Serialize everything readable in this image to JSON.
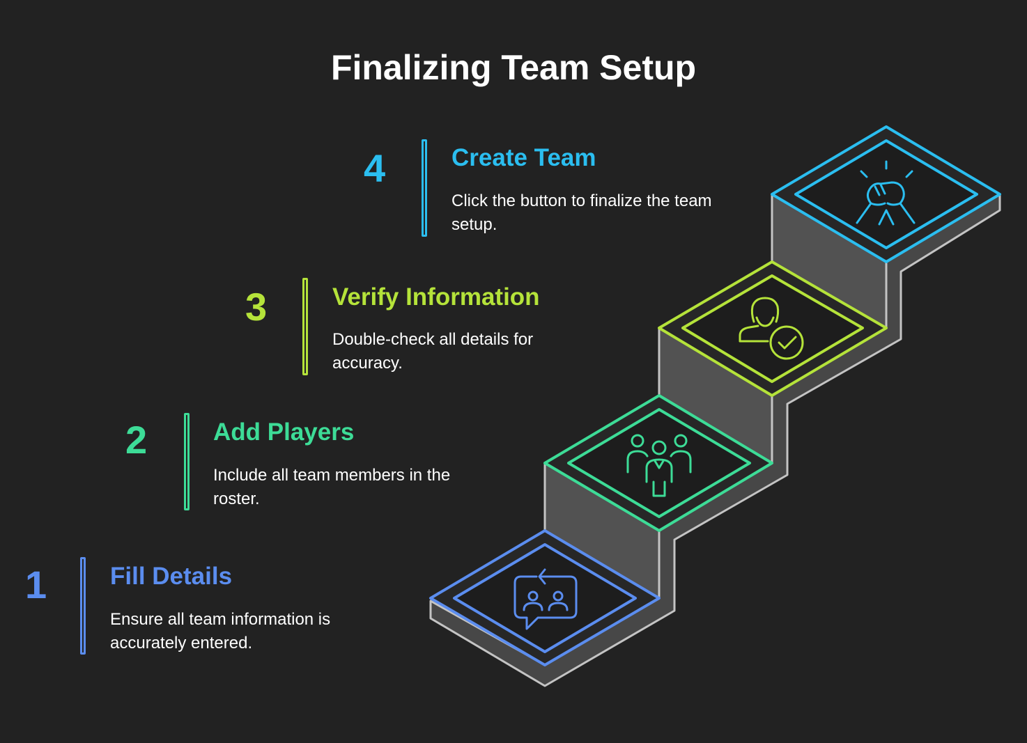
{
  "title": "Finalizing Team Setup",
  "colors": {
    "background": "#222222",
    "step1": "#5b8def",
    "step2": "#3ddc97",
    "step3": "#b5e33a",
    "step4": "#2bbef0",
    "block_face": "#4f4f4f",
    "block_outline": "#bfbfbf"
  },
  "steps": [
    {
      "number": "1",
      "title": "Fill Details",
      "description": "Ensure all team information is accurately entered.",
      "icon": "team-chat-icon",
      "color": "#5b8def"
    },
    {
      "number": "2",
      "title": "Add Players",
      "description": "Include all team members in the roster.",
      "icon": "team-members-icon",
      "color": "#3ddc97"
    },
    {
      "number": "3",
      "title": "Verify Information",
      "description": "Double-check all details for accuracy.",
      "icon": "user-check-icon",
      "color": "#b5e33a"
    },
    {
      "number": "4",
      "title": "Create Team",
      "description": "Click the button to finalize the team setup.",
      "icon": "handshake-icon",
      "color": "#2bbef0"
    }
  ]
}
